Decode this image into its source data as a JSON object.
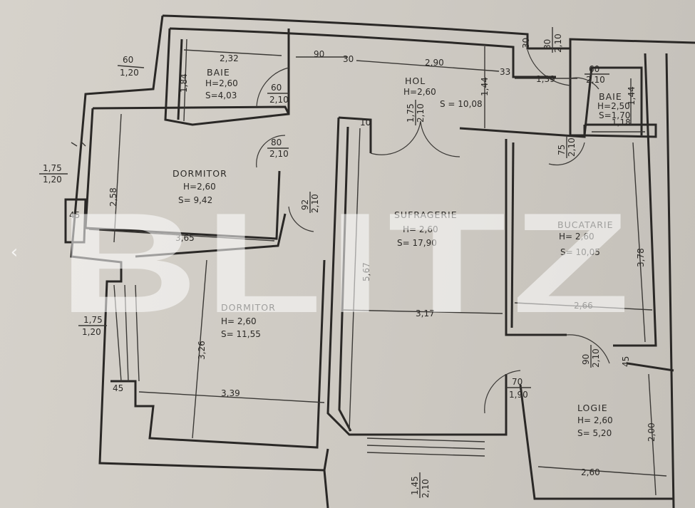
{
  "watermark": "BLITZ",
  "nav": {
    "prev_icon": "chevron-left-icon"
  },
  "rooms": {
    "baie1": {
      "name": "BAIE",
      "h": "H=2,60",
      "s": "S=4,03"
    },
    "hol": {
      "name": "HOL",
      "h": "H=2,60",
      "s": "S = 10,08"
    },
    "baie2": {
      "name": "BAIE",
      "h": "H=2,50",
      "s": "S=1,70"
    },
    "dormitor1": {
      "name": "DORMITOR",
      "h": "H=2,60",
      "s": "S= 9,42"
    },
    "sufragerie": {
      "name": "SUFRAGERIE",
      "h": "H= 2,60",
      "s": "S= 17,90"
    },
    "bucatarie": {
      "name": "BUCATARIE",
      "h": "H= 2,60",
      "s": "S= 10,05"
    },
    "dormitor2": {
      "name": "DORMITOR",
      "h": "H= 2,60",
      "s": "S= 11,55"
    },
    "logie": {
      "name": "LOGIE",
      "h": "H= 2,60",
      "s": "S= 5,20"
    }
  },
  "dimensions": {
    "d232": "2,32",
    "d184": "1,84",
    "d90": "90",
    "d30a": "30",
    "d290": "2,90",
    "d33": "33",
    "d30b": "30",
    "d139": "1,39",
    "d144a": "1,44",
    "d144b": "1,44",
    "d118": "1,18",
    "d10": "10",
    "d258": "2,58",
    "d45a": "45",
    "d365": "3,65",
    "d567": "5,67",
    "d317": "3,17",
    "d378": "3,78",
    "d266": "2,66",
    "d326": "3,26",
    "d339": "3,39",
    "d45b": "45",
    "d45c": "45",
    "d200": "2,00",
    "d260": "2,60"
  },
  "openings": {
    "o1": [
      "60",
      "1,20"
    ],
    "o2": [
      "60",
      "2,10"
    ],
    "o3": [
      "80",
      "2,10"
    ],
    "o4": [
      "60",
      "2,10"
    ],
    "o5": [
      "1,75",
      "2,10"
    ],
    "o6": [
      "75",
      "2,10"
    ],
    "o7": [
      "1,75",
      "1,20"
    ],
    "o8": [
      "80",
      "2,10"
    ],
    "o9": [
      "92",
      "2,10"
    ],
    "o10": [
      "1,75",
      "1,20"
    ],
    "o11": [
      "90",
      "2,10"
    ],
    "o12": [
      "70",
      "1,90"
    ],
    "o13": [
      "1,45",
      "2,10"
    ]
  }
}
